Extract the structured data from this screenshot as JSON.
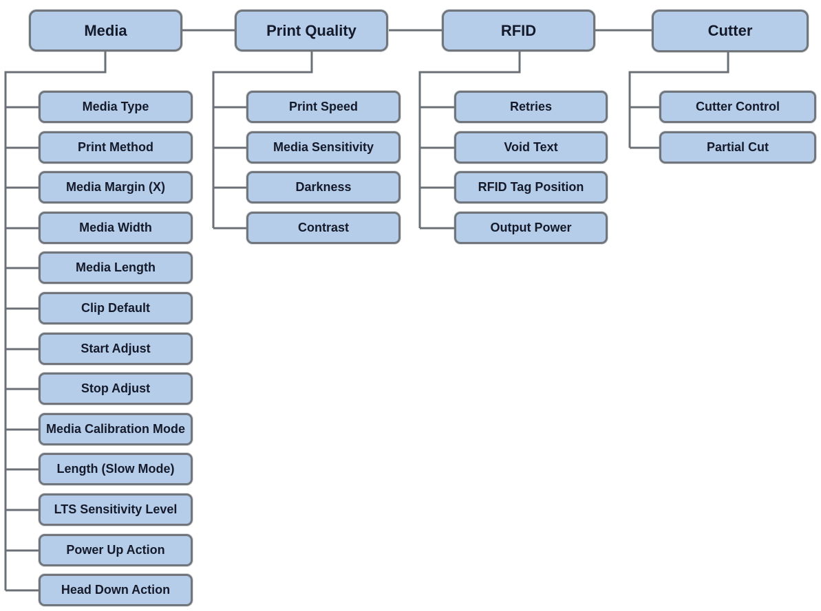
{
  "diagram": {
    "columns": [
      {
        "label": "Media",
        "children": [
          "Media Type",
          "Print Method",
          "Media Margin (X)",
          "Media Width",
          "Media Length",
          "Clip Default",
          "Start Adjust",
          "Stop Adjust",
          "Media Calibration Mode",
          "Length (Slow Mode)",
          "LTS Sensitivity Level",
          "Power Up Action",
          "Head Down Action"
        ]
      },
      {
        "label": "Print Quality",
        "children": [
          "Print Speed",
          "Media Sensitivity",
          "Darkness",
          "Contrast"
        ]
      },
      {
        "label": "RFID",
        "children": [
          "Retries",
          "Void Text",
          "RFID Tag Position",
          "Output Power"
        ]
      },
      {
        "label": "Cutter",
        "children": [
          "Cutter Control",
          "Partial Cut"
        ]
      }
    ],
    "colors": {
      "node_fill": "#b5cde9",
      "node_border": "#70767c",
      "connector": "#6b7076",
      "text": "#151a2b",
      "background": "#ffffff"
    }
  }
}
